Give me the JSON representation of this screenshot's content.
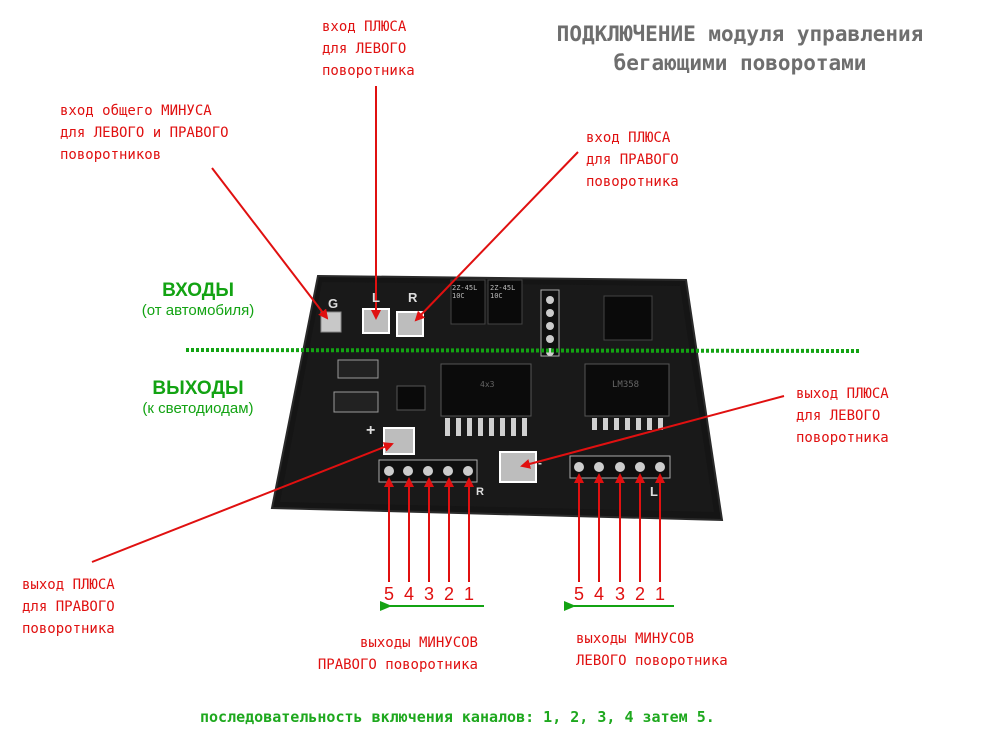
{
  "title": {
    "line1": "ПОДКЛЮЧЕНИЕ модуля управления",
    "line2": "бегающими поворотами"
  },
  "labels": {
    "plus_left_in": [
      "вход ПЛЮСА",
      "для ЛЕВОГО",
      "поворотника"
    ],
    "minus_common_in": [
      "вход общего МИНУСА",
      "для ЛЕВОГО и ПРАВОГО",
      "поворотников"
    ],
    "plus_right_in": [
      "вход ПЛЮСА",
      "для ПРАВОГО",
      "поворотника"
    ],
    "plus_left_out": [
      "выход ПЛЮСА",
      "для ЛЕВОГО",
      "поворотника"
    ],
    "plus_right_out": [
      "выход ПЛЮСА",
      "для ПРАВОГО",
      "поворотника"
    ],
    "minus_right_out": [
      "выходы МИНУСОВ",
      "ПРАВОГО поворотника"
    ],
    "minus_left_out": [
      "выходы МИНУСОВ",
      "ЛЕВОГО поворотника"
    ]
  },
  "inputs_section": {
    "heading": "ВХОДЫ",
    "sub": "(от автомобиля)"
  },
  "outputs_section": {
    "heading": "ВЫХОДЫ",
    "sub": "(к светодиодам)"
  },
  "right_channels": [
    "5",
    "4",
    "3",
    "2",
    "1"
  ],
  "left_channels": [
    "5",
    "4",
    "3",
    "2",
    "1"
  ],
  "board_markings": {
    "G": "G",
    "L": "L",
    "R": "R",
    "plus": "+",
    "minus": "-",
    "L_out": "L",
    "R_out": "R",
    "chip1": "2Z-45L 10C",
    "chip2": "2Z-45L 10C",
    "chip3": "4x3",
    "chip4": "LM358"
  },
  "footer": "последовательность включения каналов: 1, 2, 3, 4 затем 5.",
  "colors": {
    "red": "#e01010",
    "green": "#13a313",
    "board": "#161616",
    "title": "#6e6e6e"
  }
}
